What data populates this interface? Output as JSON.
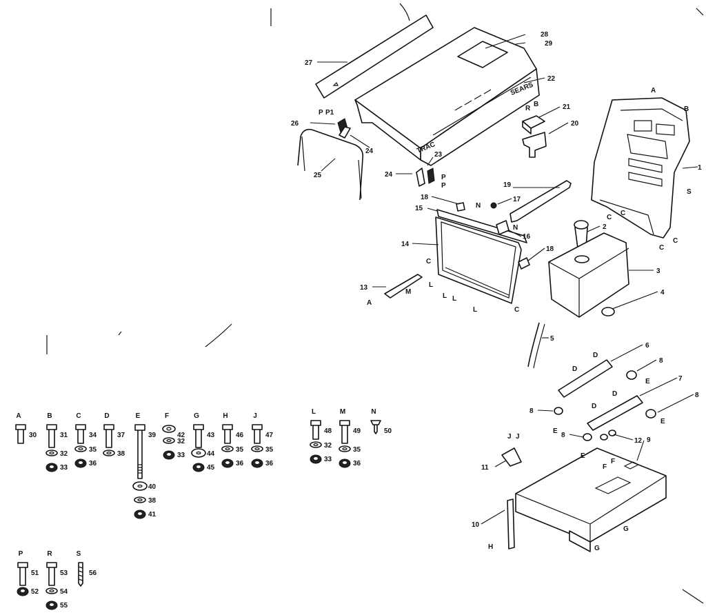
{
  "callouts": {
    "c1": "1",
    "c2": "2",
    "c3": "3",
    "c4": "4",
    "c5": "5",
    "c6": "6",
    "c7": "7",
    "c8a": "8",
    "c8b": "8",
    "c8c": "8",
    "c8d": "8",
    "c9": "9",
    "c10": "10",
    "c11": "11",
    "c12": "12",
    "c13": "13",
    "c14": "14",
    "c15": "15",
    "c16": "16",
    "c17": "17",
    "c18a": "18",
    "c18b": "18",
    "c19": "19",
    "c20": "20",
    "c21": "21",
    "c22": "22",
    "c23": "23",
    "c24a": "24",
    "c24b": "24",
    "c25": "25",
    "c26": "26",
    "c27": "27",
    "c28": "28",
    "c29": "29"
  },
  "refs": {
    "r_A1": "A",
    "r_B1": "B",
    "r_S1": "S",
    "r_C1": "C",
    "r_C2": "C",
    "r_C3": "C",
    "r_C4": "C",
    "r_C5": "C",
    "r_C6": "C",
    "r_R1": "R",
    "r_B2": "B",
    "r_P1": "P",
    "r_P2": "P1",
    "r_P3": "P",
    "r_P4": "P",
    "r_N1": "N",
    "r_N2": "N",
    "r_L1": "L",
    "r_L2": "L",
    "r_L3": "L",
    "r_L4": "L",
    "r_A2": "A",
    "r_M1": "M",
    "r_D1": "D",
    "r_D2": "D",
    "r_D3": "D",
    "r_D4": "D",
    "r_E1": "E",
    "r_E2": "E",
    "r_E3": "E",
    "r_E4": "E",
    "r_F1": "F",
    "r_F2": "F",
    "r_J1": "J",
    "r_J2": "J",
    "r_G1": "G",
    "r_G2": "G",
    "r_H1": "H",
    "r_hood_brand": "SEARS"
  },
  "hardware": {
    "A": {
      "letter": "A",
      "items": [
        "30"
      ]
    },
    "B": {
      "letter": "B",
      "items": [
        "31",
        "32",
        "33"
      ]
    },
    "C": {
      "letter": "C",
      "items": [
        "34",
        "35",
        "36"
      ]
    },
    "D": {
      "letter": "D",
      "items": [
        "37",
        "38"
      ]
    },
    "E": {
      "letter": "E",
      "items": [
        "39",
        "40",
        "38",
        "41"
      ]
    },
    "F": {
      "letter": "F",
      "items": [
        "42",
        "32",
        "33"
      ]
    },
    "G": {
      "letter": "G",
      "items": [
        "43",
        "44",
        "45"
      ]
    },
    "H": {
      "letter": "H",
      "items": [
        "46",
        "35",
        "36"
      ]
    },
    "J": {
      "letter": "J",
      "items": [
        "47",
        "35",
        "36"
      ]
    },
    "L": {
      "letter": "L",
      "items": [
        "48",
        "32",
        "33"
      ]
    },
    "M": {
      "letter": "M",
      "items": [
        "49",
        "35",
        "36"
      ]
    },
    "N": {
      "letter": "N",
      "items": [
        "50"
      ]
    },
    "P": {
      "letter": "P",
      "items": [
        "51",
        "52"
      ]
    },
    "R": {
      "letter": "R",
      "items": [
        "53",
        "54",
        "55"
      ]
    },
    "S": {
      "letter": "S",
      "items": [
        "56"
      ]
    }
  }
}
